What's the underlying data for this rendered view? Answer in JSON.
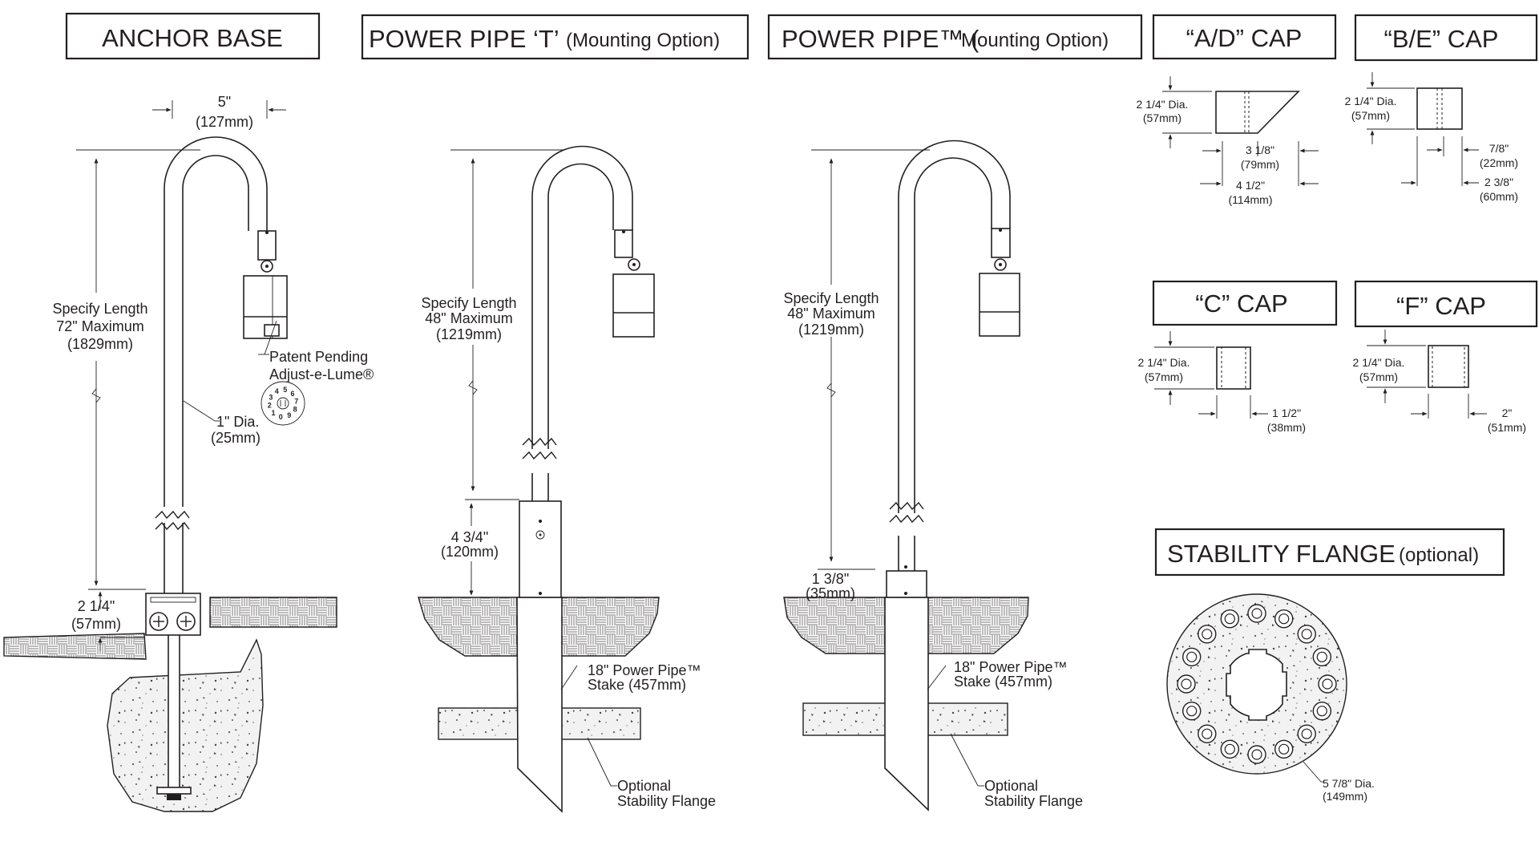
{
  "titles": {
    "anchor_base": "ANCHOR BASE",
    "power_pipe_t": "POWER PIPE ‘T’",
    "power_pipe_t_note": "(Mounting Option)",
    "power_pipe": "POWER PIPE™ (",
    "power_pipe_note": "Mounting Option)",
    "ad_cap": "“A/D” CAP",
    "be_cap": "“B/E” CAP",
    "c_cap": "“C” CAP",
    "f_cap": "“F” CAP",
    "stability_flange": "STABILITY FLANGE",
    "stability_flange_note": "(optional)"
  },
  "anchor_base": {
    "width_in": "5\"",
    "width_mm": "(127mm)",
    "length_l1": "Specify Length",
    "length_l2": "72\" Maximum",
    "length_l3": "(1829mm)",
    "patent_l1": "Patent Pending",
    "patent_l2": "Adjust-e-Lume®",
    "dia_in": "1\" Dia.",
    "dia_mm": "(25mm)",
    "base_in": "2 1/4\"",
    "base_mm": "(57mm)",
    "dial_digits": [
      "1",
      "2",
      "3",
      "4",
      "5",
      "6",
      "7",
      "8",
      "9",
      "0"
    ]
  },
  "power_pipe_t": {
    "length_l1": "Specify Length",
    "length_l2": "48\" Maximum",
    "length_l3": "(1219mm)",
    "sleeve_in": "4 3/4\"",
    "sleeve_mm": "(120mm)",
    "stake_l1": "18\" Power Pipe™",
    "stake_l2": "Stake  (457mm)",
    "flange_l1": "Optional",
    "flange_l2": "Stability Flange"
  },
  "power_pipe": {
    "length_l1": "Specify Length",
    "length_l2": "48\" Maximum",
    "length_l3": "(1219mm)",
    "sleeve_in": "1 3/8\"",
    "sleeve_mm": "(35mm)",
    "stake_l1": "18\" Power Pipe™",
    "stake_l2": "Stake  (457mm)",
    "flange_l1": "Optional",
    "flange_l2": "Stability Flange"
  },
  "ad_cap": {
    "dia_in": "2 1/4\" Dia.",
    "dia_mm": "(57mm)",
    "short_in": "3 1/8\"",
    "short_mm": "(79mm)",
    "long_in": "4 1/2\"",
    "long_mm": "(114mm)"
  },
  "be_cap": {
    "dia_in": "2 1/4\" Dia.",
    "dia_mm": "(57mm)",
    "inner_in": "7/8\"",
    "inner_mm": "(22mm)",
    "outer_in": "2 3/8\"",
    "outer_mm": "(60mm)"
  },
  "c_cap": {
    "dia_in": "2 1/4\" Dia.",
    "dia_mm": "(57mm)",
    "len_in": "1 1/2\"",
    "len_mm": "(38mm)"
  },
  "f_cap": {
    "dia_in": "2 1/4\" Dia.",
    "dia_mm": "(57mm)",
    "len_in": "2\"",
    "len_mm": "(51mm)"
  },
  "stability_flange": {
    "dia_in": "5 7/8\" Dia.",
    "dia_mm": "(149mm)",
    "hole_count": 16
  }
}
